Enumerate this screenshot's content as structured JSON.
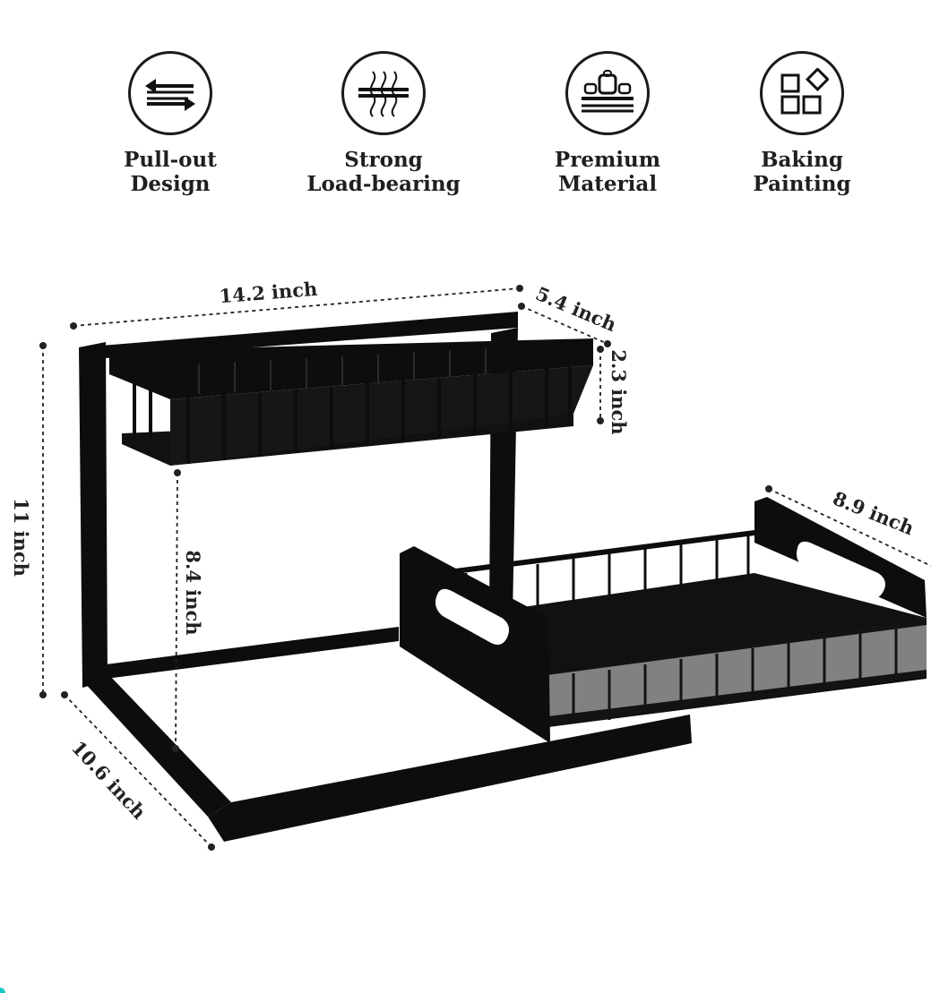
{
  "features": [
    {
      "icon": "arrows-icon",
      "line1": "Pull-out",
      "line2": "Design"
    },
    {
      "icon": "heat-plate-icon",
      "line1": "Strong",
      "line2": "Load-bearing"
    },
    {
      "icon": "weights-icon",
      "line1": "Premium",
      "line2": "Material"
    },
    {
      "icon": "shapes-icon",
      "line1": "Baking",
      "line2": "Painting"
    }
  ],
  "dimensions": {
    "width": "14.2 inch",
    "top_depth": "5.4 inch",
    "basket_height": "2.3 inch",
    "total_height": "11 inch",
    "inner_height": "8.4 inch",
    "drawer_depth": "8.9 inch",
    "base_depth": "10.6 inch"
  },
  "colors": {
    "rack": "#0d0d0d",
    "text": "#222222",
    "accent": "#14c8c8"
  }
}
